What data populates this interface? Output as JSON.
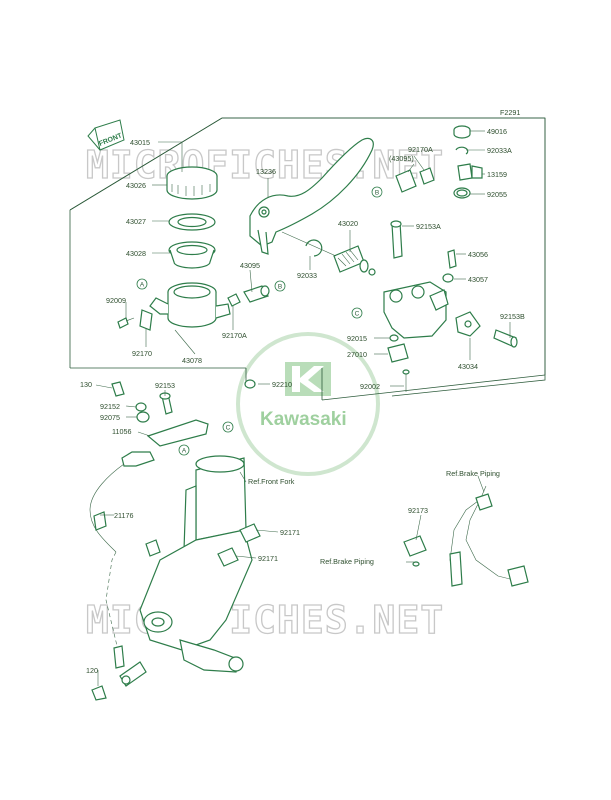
{
  "diagram_code": "F2291",
  "watermark_text": "MICROFICHES.NET",
  "logo_text": "Kawasaki",
  "front_marker": "FRONT",
  "labels": {
    "p43015": "43015",
    "p43026": "43026",
    "p43027": "43027",
    "p43028": "43028",
    "p92009": "92009",
    "p92170": "92170",
    "p43078": "43078",
    "p13236": "13236",
    "p43095a": "43095",
    "p92170A_left": "92170A",
    "p92033": "92033",
    "p43020": "43020",
    "p92170A_top": "92170A",
    "p43095b": "(43095)",
    "p49016": "49016",
    "p92033A": "92033A",
    "p13159": "13159",
    "p92055": "92055",
    "p92153A": "92153A",
    "p43056": "43056",
    "p43057": "43057",
    "p92153B": "92153B",
    "p92015": "92015",
    "p27010": "27010",
    "p43034": "43034",
    "p92210": "92210",
    "p92002": "92002",
    "p130": "130",
    "p92153": "92153",
    "p92152": "92152",
    "p92075": "92075",
    "p11056": "11056",
    "p21176": "21176",
    "p92171a": "92171",
    "p92171b": "92171",
    "p120": "120",
    "p92173": "92173",
    "ref_front_fork": "Ref.Front Fork",
    "ref_brake_piping_top": "Ref.Brake Piping",
    "ref_brake_piping_bottom": "Ref.Brake Piping"
  },
  "callouts": {
    "a1": "A",
    "a2": "A",
    "b1": "B",
    "b2": "B",
    "c1": "C",
    "c2": "C"
  },
  "colors": {
    "part_stroke": "#2e7d4a",
    "part_fill": "#d7efd9",
    "text": "#2f4f2f",
    "watermark": "#c8c8c8",
    "logo_green": "#9fd09f"
  }
}
